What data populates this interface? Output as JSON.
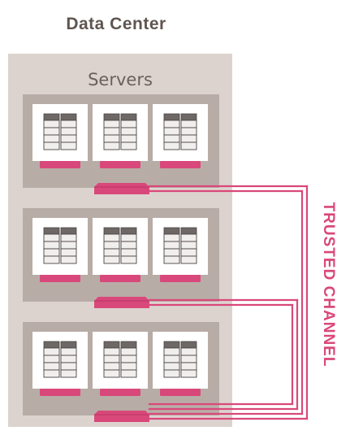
{
  "diagram": {
    "title": "Data Center",
    "group_label": "Servers",
    "channel_label": "TRUSTED CHANNEL",
    "rack_count": 3,
    "servers_per_rack": 3,
    "colors": {
      "outer_box": "#dcd3cf",
      "rack_band": "#b8aca6",
      "server_card": "#ffffff",
      "server_unit_light": "#f1efee",
      "server_unit_top": "#6d6765",
      "switch": "#d9487a",
      "channel_line": "#d9487a",
      "title_text": "#5f5550"
    }
  }
}
